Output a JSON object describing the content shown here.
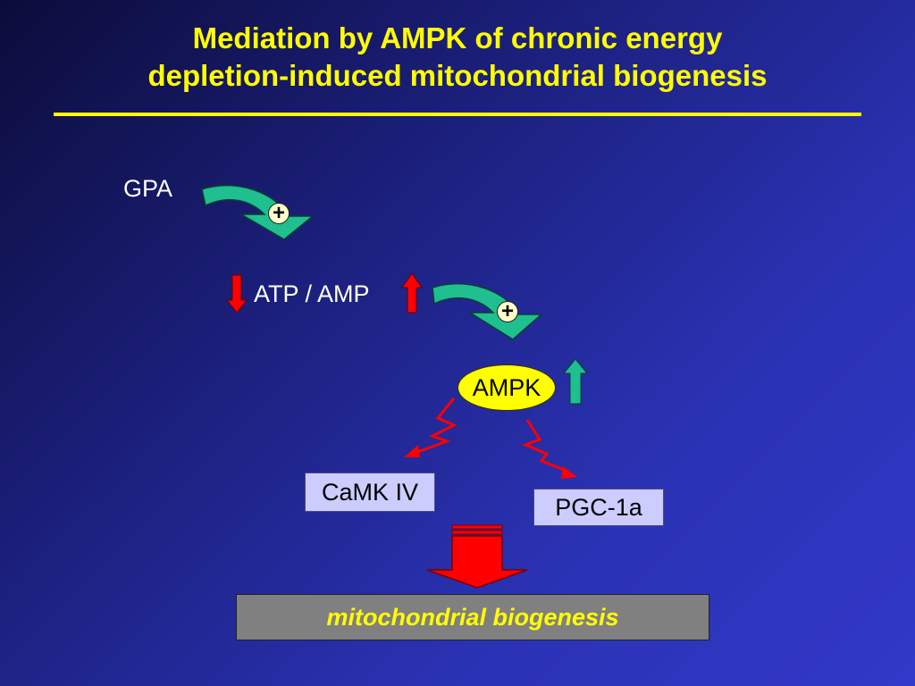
{
  "slide": {
    "title_line1": "Mediation by AMPK of chronic energy",
    "title_line2": "depletion-induced mitochondrial biogenesis"
  },
  "diagram": {
    "nodes": {
      "gpa": "GPA",
      "atp_amp": "ATP / AMP",
      "ampk": "AMPK",
      "camk": "CaMK IV",
      "pgc": "PGC-1a",
      "outcome": "mitochondrial biogenesis"
    },
    "activation_sign": "+",
    "indicators": {
      "atp_amp_left": "down-arrow-icon",
      "atp_amp_right": "up-arrow-icon",
      "ampk": "up-arrow-icon"
    }
  },
  "colors": {
    "title": "#ffff00",
    "curved_arrow": "#1fbf8f",
    "red_arrow": "#ff0000",
    "node_box": "#ccccff",
    "ampk_oval": "#ffff00",
    "outcome_box": "#808080",
    "outcome_text": "#ffff00"
  }
}
